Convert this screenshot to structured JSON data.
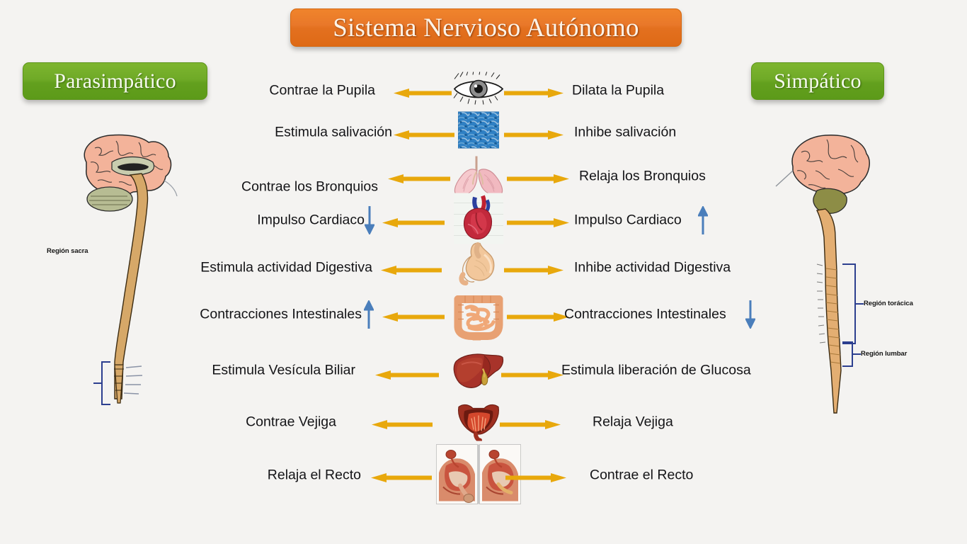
{
  "page": {
    "title": "Sistema Nervioso Autónomo",
    "background_color": "#f4f3f1",
    "arrow_color": "#e8a80c",
    "blue_arrow_color": "#4a7ebb",
    "title_badge_color": "#e3701f",
    "side_badge_color": "#63a01e"
  },
  "headers": {
    "left": "Parasimpático",
    "right": "Simpático"
  },
  "left_figure": {
    "name": "parasympathetic-spinal-cord",
    "labels": [
      {
        "text": "Región sacra"
      }
    ]
  },
  "right_figure": {
    "name": "sympathetic-spinal-cord",
    "labels": [
      {
        "text": "Región torácica"
      },
      {
        "text": "Región lumbar"
      }
    ]
  },
  "rows": [
    {
      "organ": "eye-icon",
      "left": "Contrae la Pupila",
      "right": "Dilata la Pupila",
      "left_trend": "",
      "right_trend": ""
    },
    {
      "organ": "salivary-gland-icon",
      "left": "Estimula salivación",
      "right": "Inhibe salivación",
      "left_trend": "",
      "right_trend": ""
    },
    {
      "organ": "lungs-icon",
      "left": "Contrae los Bronquios",
      "right": "Relaja los Bronquios",
      "left_trend": "",
      "right_trend": ""
    },
    {
      "organ": "heart-icon",
      "left": "Impulso Cardiaco",
      "right": "Impulso Cardiaco",
      "left_trend": "down",
      "right_trend": "up"
    },
    {
      "organ": "stomach-icon",
      "left": "Estimula actividad Digestiva",
      "right": "Inhibe actividad Digestiva",
      "left_trend": "",
      "right_trend": ""
    },
    {
      "organ": "intestines-icon",
      "left": "Contracciones Intestinales",
      "right": "Contracciones Intestinales",
      "left_trend": "up",
      "right_trend": "down"
    },
    {
      "organ": "liver-icon",
      "left": "Estimula Vesícula Biliar",
      "right": "Estimula liberación de Glucosa",
      "left_trend": "",
      "right_trend": ""
    },
    {
      "organ": "bladder-icon",
      "left": "Contrae Vejiga",
      "right": "Relaja Vejiga",
      "left_trend": "",
      "right_trend": ""
    },
    {
      "organ": "rectum-icon",
      "left": "Relaja el Recto",
      "right": "Contrae el Recto",
      "left_trend": "",
      "right_trend": ""
    }
  ]
}
